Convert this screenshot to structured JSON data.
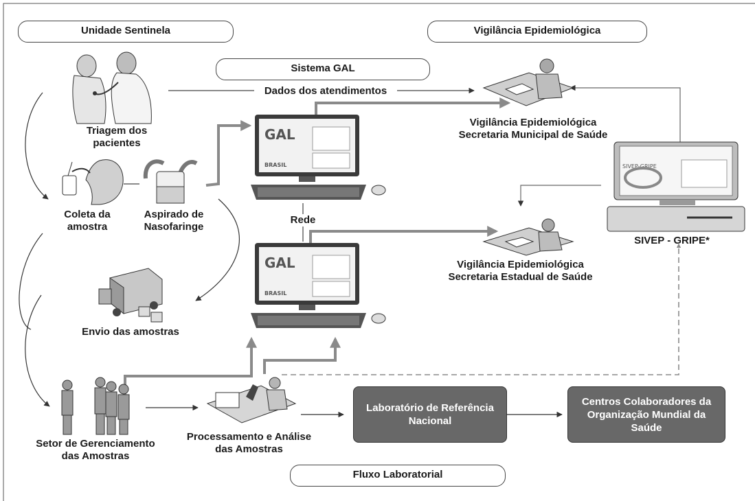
{
  "headers": {
    "unidade_sentinela": "Unidade Sentinela",
    "vigilancia_epidemiologica": "Vigilância Epidemiológica",
    "sistema_gal": "Sistema GAL",
    "fluxo_laboratorial": "Fluxo Laboratorial"
  },
  "labels": {
    "dados_atendimentos": "Dados dos atendimentos",
    "triagem": "Triagem dos pacientes",
    "coleta": "Coleta da amostra",
    "aspirado": "Aspirado de Nasofaringe",
    "rede": "Rede",
    "envio": "Envio das amostras",
    "setor": "Setor de Gerenciamento das Amostras",
    "processamento": "Processamento e Análise das Amostras",
    "vig_municipal": "Vigilância Epidemiológica Secretaria Municipal de Saúde",
    "vig_estadual": "Vigilância Epidemiológica Secretaria Estadual de Saúde",
    "sivep": "SIVEP - GRIPE*"
  },
  "boxes": {
    "lab_referencia": "Laboratório de Referência Nacional",
    "centros": "Centros Colaboradores da Organização Mundial da Saúde"
  },
  "screens": {
    "gal_logo": "GAL",
    "brasil": "BRASIL",
    "sivep_screen_title": "SIVEP-GRIPE"
  },
  "icons": [
    "doctor-patient-icon",
    "nasal-swab-icon",
    "aspirator-jar-icon",
    "delivery-truck-icon",
    "staff-group-icon",
    "lab-microscope-icon",
    "desk-worker-icon",
    "computer-icon",
    "server-computer-icon"
  ],
  "colors": {
    "arrow": "#8a8a8a",
    "dark_box": "#686868",
    "line": "#444444"
  }
}
